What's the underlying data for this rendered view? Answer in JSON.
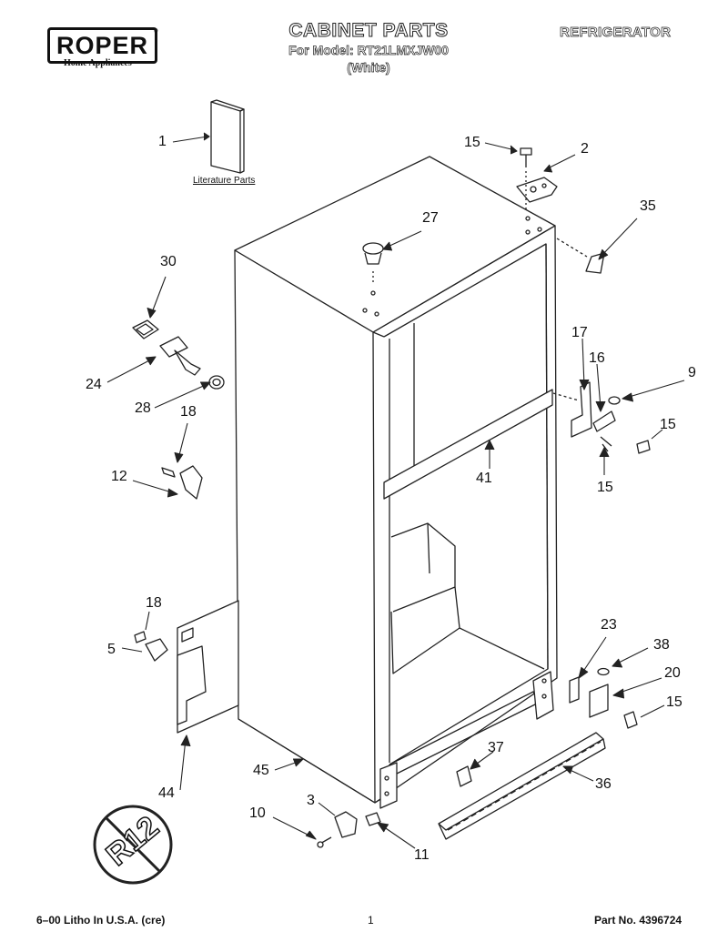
{
  "header": {
    "brand": "ROPER",
    "brand_sub": "Home Appliances",
    "trademark": "®",
    "title": "CABINET PARTS",
    "model_line": "For Model: RT21LMXJW00",
    "variant": "(White)",
    "appliance": "REFRIGERATOR"
  },
  "literature_label": "Literature Parts",
  "callouts": {
    "c1": "1",
    "c2": "2",
    "c3": "3",
    "c5": "5",
    "c9": "9",
    "c10": "10",
    "c11": "11",
    "c12": "12",
    "c15a": "15",
    "c15b": "15",
    "c15c": "15",
    "c15d": "15",
    "c16": "16",
    "c17": "17",
    "c18a": "18",
    "c18b": "18",
    "c20": "20",
    "c23": "23",
    "c24": "24",
    "c27": "27",
    "c28": "28",
    "c30": "30",
    "c35": "35",
    "c36": "36",
    "c37": "37",
    "c38": "38",
    "c41": "41",
    "c44": "44",
    "c45": "45"
  },
  "badge": "R12",
  "footer": {
    "left": "6–00 Litho In U.S.A. (cre)",
    "page": "1",
    "part_no": "Part No. 4396724"
  }
}
